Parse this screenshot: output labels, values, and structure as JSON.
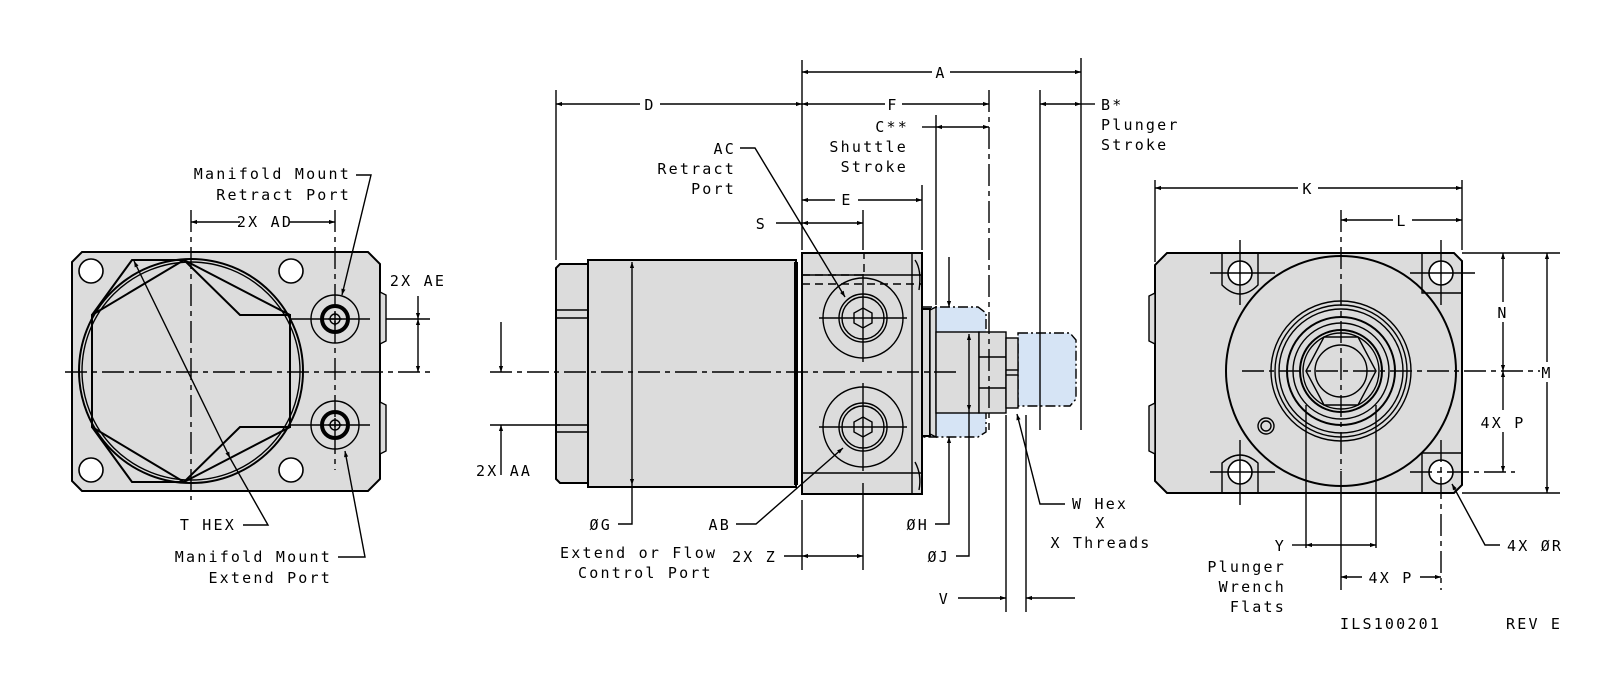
{
  "drawing": {
    "drawing_number": "ILS100201",
    "revision": "REV E",
    "colors": {
      "part_fill": "#dcdcdc",
      "phantom_fill": "#d6e4f5",
      "line": "#000000",
      "background": "#ffffff"
    }
  },
  "left_view": {
    "labels": {
      "retract_port": [
        "Manifold Mount",
        "Retract Port"
      ],
      "extend_port": [
        "Manifold Mount",
        "Extend Port"
      ],
      "ad": "2X AD",
      "ae": "2X AE",
      "t_hex": "T HEX"
    }
  },
  "side_view": {
    "labels": {
      "a": "A",
      "d": "D",
      "f": "F",
      "b": "B*",
      "b_sub": [
        "Plunger",
        "Stroke"
      ],
      "c": "C**",
      "c_sub": [
        "Shuttle",
        "Stroke"
      ],
      "ac": "AC",
      "ac_sub": [
        "Retract",
        "Port"
      ],
      "e": "E",
      "s": "S",
      "aa": "2X AA",
      "g": "ØG",
      "g_sub": [
        "Extend or Flow",
        "Control Port"
      ],
      "ab": "AB",
      "z": "2X Z",
      "h": "ØH",
      "j": "ØJ",
      "w": "W Hex",
      "w_sub": [
        "X",
        "X Threads"
      ],
      "v": "V"
    }
  },
  "end_view": {
    "labels": {
      "k": "K",
      "l": "L",
      "n": "N",
      "p_vertical": "4X P",
      "m": "M",
      "r": "4X ØR",
      "y": "Y",
      "y_sub": [
        "Plunger",
        "Wrench",
        "Flats"
      ],
      "p_horizontal": "4X P"
    }
  }
}
